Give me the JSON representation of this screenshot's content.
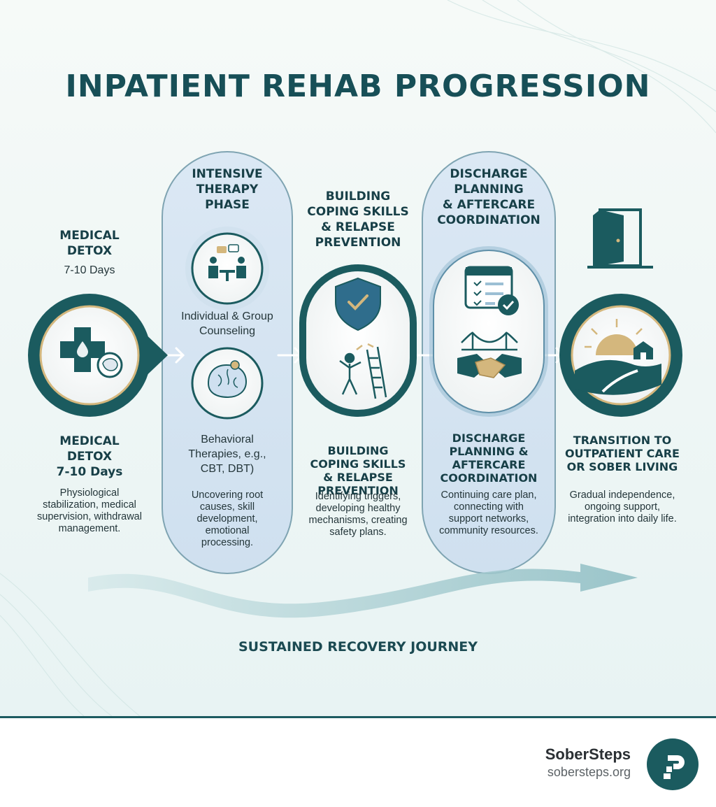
{
  "title": "INPATIENT REHAB PROGRESSION",
  "stages": [
    {
      "top_title_lines": [
        "MEDICAL",
        "DETOX"
      ],
      "top_subtitle": "7-10 Days",
      "title_lines": [
        "MEDICAL",
        "DETOX",
        "7-10 Days"
      ],
      "description_lines": [
        "Physiological",
        "stabilization, medical",
        "supervision, withdrawal",
        "management."
      ]
    },
    {
      "top_title_lines": [
        "INTENSIVE",
        "THERAPY",
        "PHASE"
      ],
      "mid_caption_lines": [
        "Individual & Group",
        "Counseling"
      ],
      "title_lines": [
        "Behavioral",
        "Therapies, e.g.,",
        "CBT, DBT)"
      ],
      "description_lines": [
        "Uncovering root",
        "causes, skill",
        "development,",
        "emotional",
        "processing."
      ]
    },
    {
      "top_title_lines": [
        "BUILDING",
        "COPING SKILLS",
        "& RELAPSE",
        "PREVENTION"
      ],
      "title_lines": [
        "BUILDING",
        "COPING SKILLS",
        "& RELAPSE",
        "PREVENTION"
      ],
      "description_lines": [
        "Identifying triggers,",
        "developing healthy",
        "mechanisms, creating",
        "safety plans."
      ]
    },
    {
      "top_title_lines": [
        "DISCHARGE",
        "PLANNING",
        "& AFTERCARE",
        "COORDINATION"
      ],
      "title_lines": [
        "DISCHARGE",
        "PLANNING &",
        "AFTERCARE",
        "COORDINATION"
      ],
      "description_lines": [
        "Continuing care plan,",
        "connecting with",
        "support networks,",
        "community resources."
      ]
    },
    {
      "title_lines": [
        "TRANSITION TO",
        "OUTPATIENT CARE",
        "OR SOBER LIVING"
      ],
      "description_lines": [
        "Gradual independence,",
        "ongoing support,",
        "integration into daily life."
      ]
    }
  ],
  "journey_label": "SUSTAINED RECOVERY JOURNEY",
  "brand": {
    "name": "SoberSteps",
    "url": "sobersteps.org"
  },
  "icons": [
    "medical-cross-brain-icon",
    "counseling-group-icon",
    "brain-gears-icon",
    "shield-check-icon",
    "ladder-climber-icon",
    "calendar-checklist-icon",
    "bridge-icon",
    "handshake-icon",
    "open-door-icon",
    "sunrise-house-icon",
    "arrow-right-icon",
    "logo-mark-icon"
  ],
  "colors": {
    "teal_dark": "#1b5b5f",
    "navy_text": "#173f47",
    "gold": "#d4b77d",
    "panel_blue": "#d6e6f3"
  }
}
